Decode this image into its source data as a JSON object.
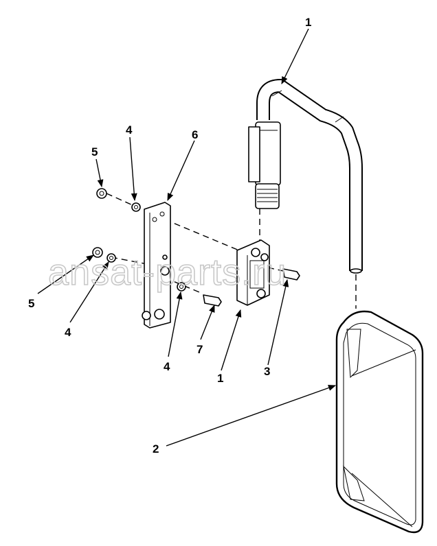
{
  "watermark": "ansat-parts.ru",
  "callouts": [
    "1",
    "4",
    "5",
    "6",
    "5",
    "4",
    "4",
    "7",
    "1",
    "3",
    "2"
  ]
}
